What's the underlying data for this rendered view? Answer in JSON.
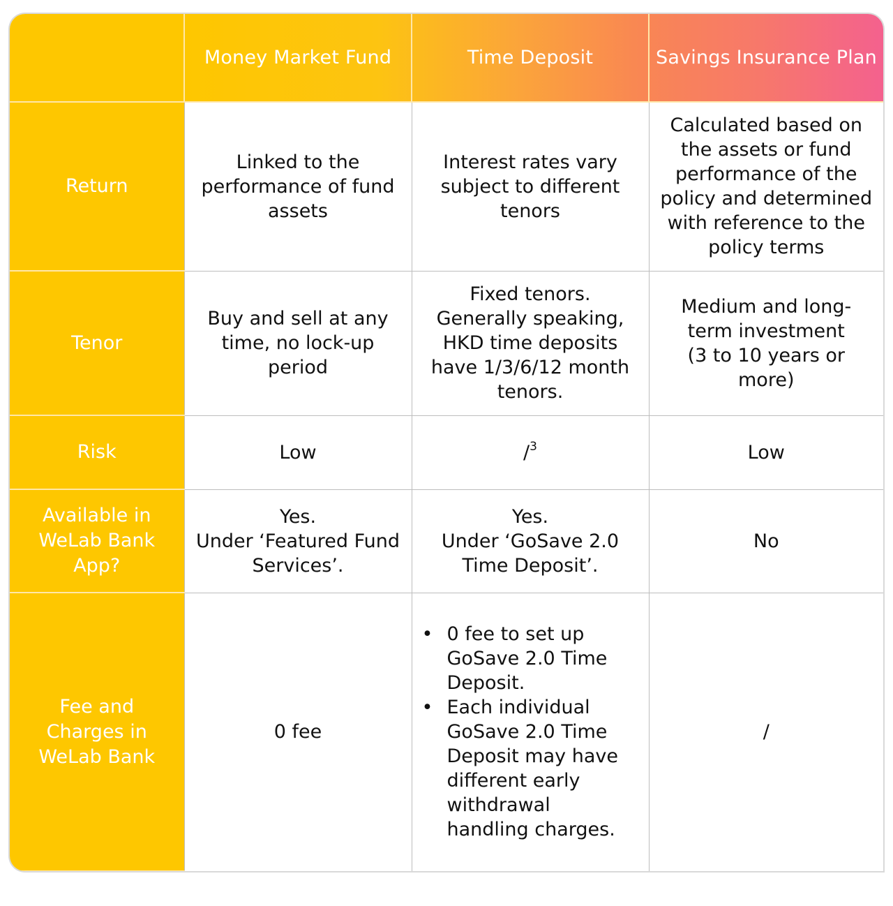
{
  "header": {
    "corner": "",
    "columns": [
      "Money Market Fund",
      "Time Deposit",
      "Savings Insurance Plan"
    ]
  },
  "rows": {
    "return": {
      "label": "Return",
      "mmf": "Linked to the performance of fund assets",
      "td": "Interest rates vary subject to different tenors",
      "sip": "Calculated based on the assets or fund performance of the policy and determined with reference to the policy terms"
    },
    "tenor": {
      "label": "Tenor",
      "mmf": "Buy and sell at any time, no lock-up period",
      "td_line1": "Fixed tenors.",
      "td_line2": "Generally speaking, HKD time deposits have 1/3/6/12 month tenors.",
      "sip_line1": "Medium and long-term investment",
      "sip_line2": "(3 to 10 years or more)"
    },
    "risk": {
      "label": "Risk",
      "mmf": "Low",
      "td": "/",
      "td_sup": "3",
      "sip": "Low"
    },
    "available": {
      "label": "Available in WeLab Bank App?",
      "mmf_line1": "Yes.",
      "mmf_line2": "Under ‘Featured Fund Services’.",
      "td_line1": "Yes.",
      "td_line2": "Under ‘GoSave 2.0 Time Deposit’.",
      "sip": "No"
    },
    "fees": {
      "label": "Fee and Charges in WeLab Bank",
      "mmf": "0 fee",
      "td_bullets": [
        "0 fee to set up GoSave 2.0 Time Deposit.",
        "Each individual GoSave 2.0 Time Deposit may have different early withdrawal handling charges."
      ],
      "bullet_glyph": "•",
      "sip": "/"
    }
  },
  "colors": {
    "label_bg": "#fec700",
    "header_gradient_end": "#f4618e",
    "border": "#bdbdbd"
  }
}
